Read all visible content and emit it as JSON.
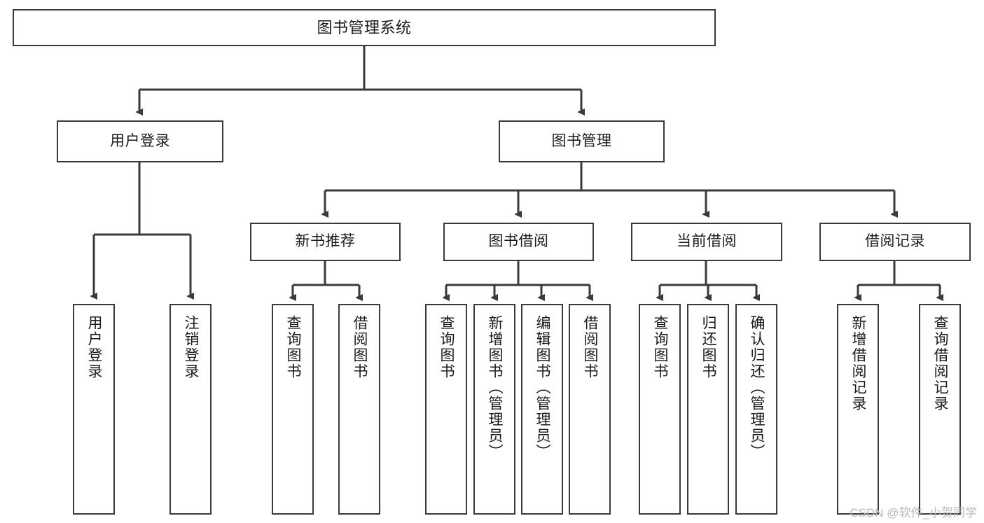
{
  "diagram": {
    "title": "图书管理系统",
    "watermark": "CSDN @软件_小贺同学",
    "colors": {
      "stroke": "#3a3a3a",
      "fill": "#ffffff",
      "text": "#1a1a1a",
      "watermark": "#b9b9b9"
    },
    "root": {
      "label": "图书管理系统"
    },
    "level1": [
      {
        "label": "用户登录"
      },
      {
        "label": "图书管理"
      }
    ],
    "level2": [
      {
        "label": "新书推荐"
      },
      {
        "label": "图书借阅"
      },
      {
        "label": "当前借阅"
      },
      {
        "label": "借阅记录"
      }
    ],
    "leaves": {
      "user_login": [
        {
          "label": "用户登录"
        },
        {
          "label": "注销登录"
        }
      ],
      "new_book_recommend": [
        {
          "label": "查询图书"
        },
        {
          "label": "借阅图书"
        }
      ],
      "book_borrow": [
        {
          "label": "查询图书"
        },
        {
          "label": "新增图书（管理员）"
        },
        {
          "label": "编辑图书（管理员）"
        },
        {
          "label": "借阅图书"
        }
      ],
      "current_borrow": [
        {
          "label": "查询图书"
        },
        {
          "label": "归还图书"
        },
        {
          "label": "确认归还（管理员）"
        }
      ],
      "borrow_record": [
        {
          "label": "新增借阅记录"
        },
        {
          "label": "查询借阅记录"
        }
      ]
    }
  }
}
